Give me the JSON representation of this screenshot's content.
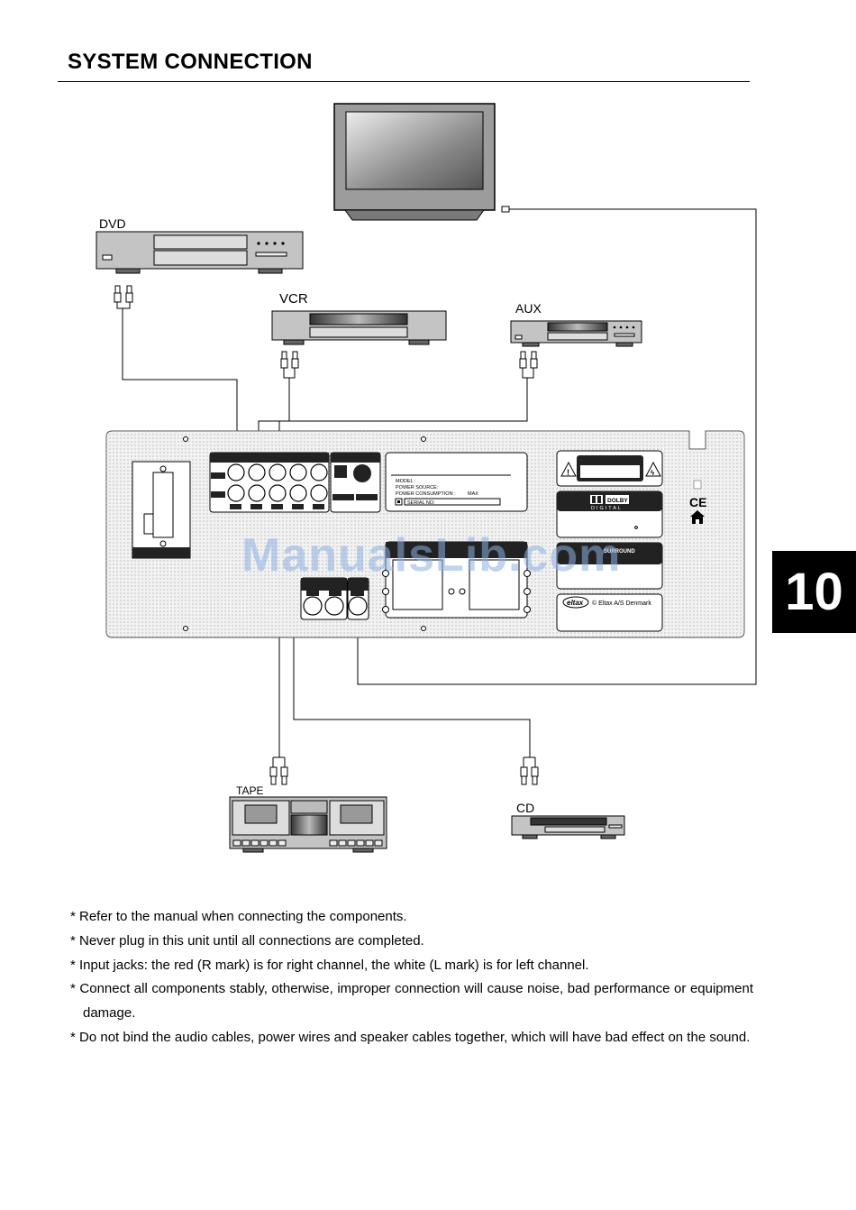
{
  "page": {
    "title": "SYSTEM CONNECTION",
    "section_number": "10",
    "watermark": "ManualsLib.com"
  },
  "devices": {
    "dvd": "DVD",
    "vcr": "VCR",
    "aux": "AUX",
    "tape": "TAPE",
    "cd": "CD"
  },
  "rear_panel": {
    "model_label": "MODEL :",
    "power_source_label": "POWER SOURCE:",
    "power_consumption_label": "POWER CONSUMPTION :",
    "max_label": "MAX",
    "serial_label": "SERIAL NO:",
    "dolby_label": "DOLBY",
    "digital_label": "DIGITAL",
    "surround_label": "SURROUND",
    "ce_mark": "CE",
    "eltax_logo": "eltax",
    "eltax_text": "© Eltax A/S Denmark"
  },
  "notes": [
    "* Refer to the manual when connecting the components.",
    "* Never plug in this unit until all connections are completed.",
    "* Input jacks: the red (R mark) is for right channel, the white (L mark) is for left channel.",
    "* Connect all components stably, otherwise, improper connection will cause noise, bad performance or equipment damage.",
    "* Do not bind the audio cables, power wires and speaker cables together, which will have bad effect on the sound."
  ],
  "colors": {
    "ink": "#000000",
    "panel": "#f4f4f4",
    "device_gray": "#b8b8b8",
    "watermark": "#8cafe1"
  }
}
